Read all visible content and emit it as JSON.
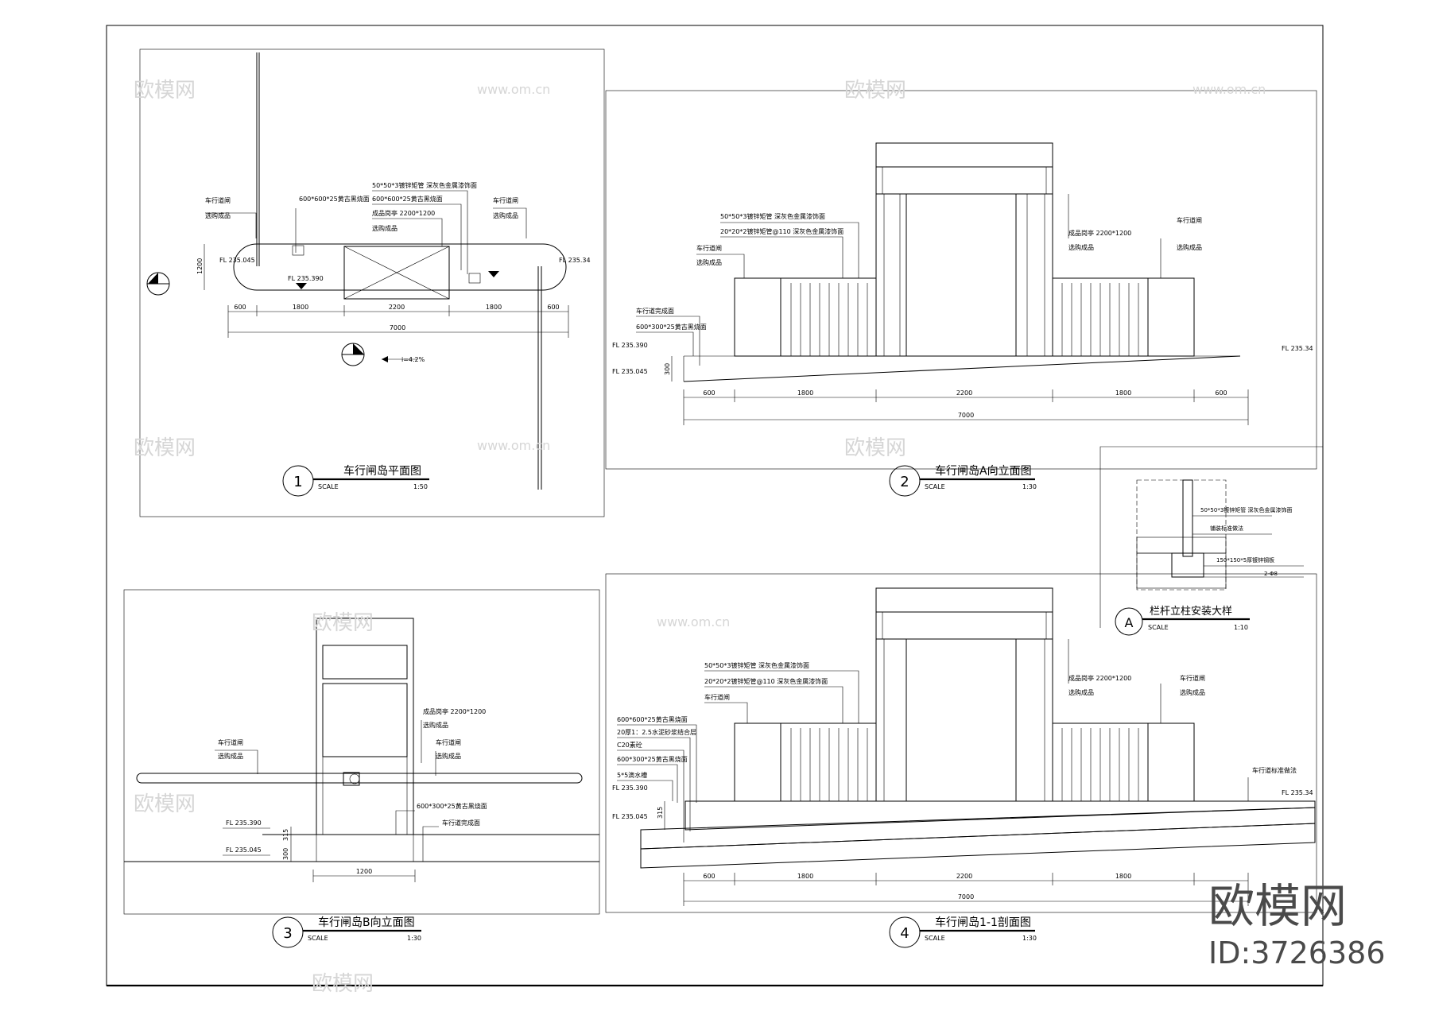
{
  "views": [
    {
      "number": "1",
      "title": "车行闸岛平面图",
      "scale_label": "SCALE",
      "scale": "1:50"
    },
    {
      "number": "2",
      "title": "车行闸岛A向立面图",
      "scale_label": "SCALE",
      "scale": "1:30"
    },
    {
      "number": "3",
      "title": "车行闸岛B向立面图",
      "scale_label": "SCALE",
      "scale": "1:30"
    },
    {
      "number": "4",
      "title": "车行闸岛1-1剖面图",
      "scale_label": "SCALE",
      "scale": "1:30"
    },
    {
      "number": "A",
      "title": "栏杆立柱安装大样",
      "scale_label": "SCALE",
      "scale": "1:10"
    }
  ],
  "dims": {
    "a600": "600",
    "a1800": "1800",
    "a2200": "2200",
    "a7000": "7000",
    "a1200": "1200",
    "a300": "300",
    "a315": "315"
  },
  "levels": {
    "fl_235_045": "FL 235.045",
    "fl_235_390": "FL 235.390",
    "fl_235_34": "FL 235.34",
    "slope": "i=4.2%"
  },
  "notes": {
    "gate_a": "车行道闸",
    "gate_b": "选购成品",
    "stone_600": "600*600*25黄古黑烧面",
    "tube_50": "50*50*3镀锌矩管  深灰色金属漆饰面",
    "tube_20": "20*20*2镀锌矩管@110  深灰色金属漆饰面",
    "stone_600b": "600*600*25黄古黑烧面",
    "booth_a": "成品岗亭 2200*1200",
    "booth_b": "选购成品",
    "lane_edge": "车行道完成面",
    "stone_300": "600*300*25黄古黑烧面",
    "mortar": "20厚1：2.5水泥砂浆结合层",
    "c20": "C20素砼",
    "std_a": "车行道标准做法",
    "curb": "5*5滴水槽",
    "detail_install": "铺装标准做法",
    "plate": "150*150*5厚镀锌钢板",
    "bolts": "2-Φ8"
  },
  "watermark": {
    "text": "欧模网",
    "url": "www.om.cn",
    "id": "ID:3726386"
  }
}
